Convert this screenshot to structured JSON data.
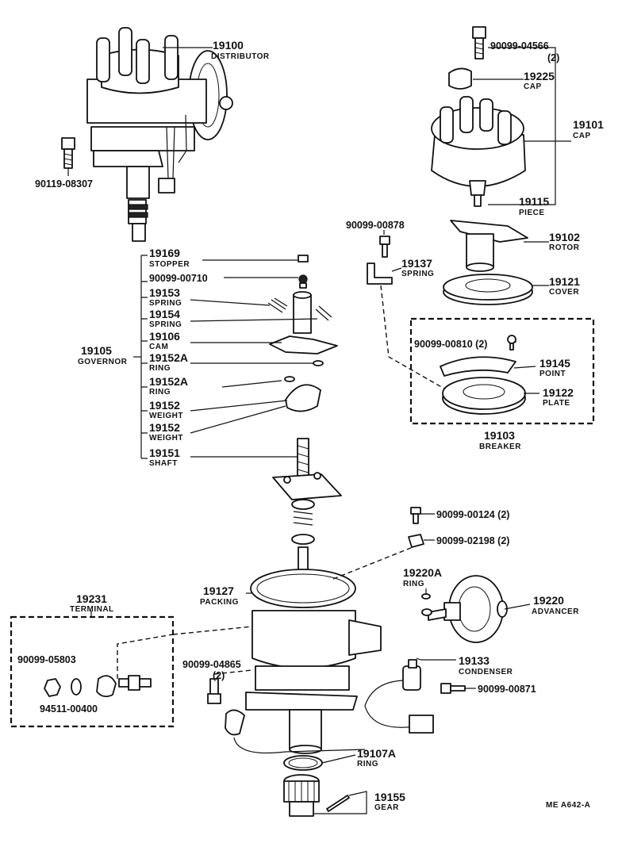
{
  "labels": {
    "distributor": {
      "num": "19100",
      "name": "DISTRIBUTOR"
    },
    "bolt_90119": {
      "num": "90119-08307"
    },
    "screw_04566": {
      "num": "90099-04566",
      "qty": "(2)"
    },
    "cap_19225": {
      "num": "19225",
      "name": "CAP"
    },
    "cap_19101": {
      "num": "19101",
      "name": "CAP"
    },
    "piece_19115": {
      "num": "19115",
      "name": "PIECE"
    },
    "screw_00878": {
      "num": "90099-00878"
    },
    "rotor_19102": {
      "num": "19102",
      "name": "ROTOR"
    },
    "spring_19137": {
      "num": "19137",
      "name": "SPRING"
    },
    "cover_19121": {
      "num": "19121",
      "name": "COVER"
    },
    "stopper_19169": {
      "num": "19169",
      "name": "STOPPER"
    },
    "clip_00710": {
      "num": "90099-00710"
    },
    "spring_19153": {
      "num": "19153",
      "name": "SPRING"
    },
    "spring_19154": {
      "num": "19154",
      "name": "SPRING"
    },
    "cam_19106": {
      "num": "19106",
      "name": "CAM"
    },
    "governor_19105": {
      "num": "19105",
      "name": "GOVERNOR"
    },
    "ring_19152a_1": {
      "num": "19152A",
      "name": "RING"
    },
    "ring_19152a_2": {
      "num": "19152A",
      "name": "RING"
    },
    "weight_19152_1": {
      "num": "19152",
      "name": "WEIGHT"
    },
    "weight_19152_2": {
      "num": "19152",
      "name": "WEIGHT"
    },
    "shaft_19151": {
      "num": "19151",
      "name": "SHAFT"
    },
    "screw_00810": {
      "num": "90099-00810 (2)"
    },
    "point_19145": {
      "num": "19145",
      "name": "POINT"
    },
    "plate_19122": {
      "num": "19122",
      "name": "PLATE"
    },
    "breaker_19103": {
      "num": "19103",
      "name": "BREAKER"
    },
    "screw_00124": {
      "num": "90099-00124 (2)"
    },
    "clip_02198": {
      "num": "90099-02198 (2)"
    },
    "ring_19220a": {
      "num": "19220A",
      "name": "RING"
    },
    "advancer_19220": {
      "num": "19220",
      "name": "ADVANCER"
    },
    "packing_19127": {
      "num": "19127",
      "name": "PACKING"
    },
    "terminal_19231": {
      "num": "19231",
      "name": "TERMINAL"
    },
    "nut_05803": {
      "num": "90099-05803"
    },
    "washer_00400": {
      "num": "94511-00400"
    },
    "screw_04865": {
      "num": "90099-04865",
      "qty": "(2)"
    },
    "condenser_19133": {
      "num": "19133",
      "name": "CONDENSER"
    },
    "screw_00871": {
      "num": "90099-00871"
    },
    "ring_19107a": {
      "num": "19107A",
      "name": "RING"
    },
    "gear_19155": {
      "num": "19155",
      "name": "GEAR"
    }
  },
  "figure_code": "ME A642-A"
}
